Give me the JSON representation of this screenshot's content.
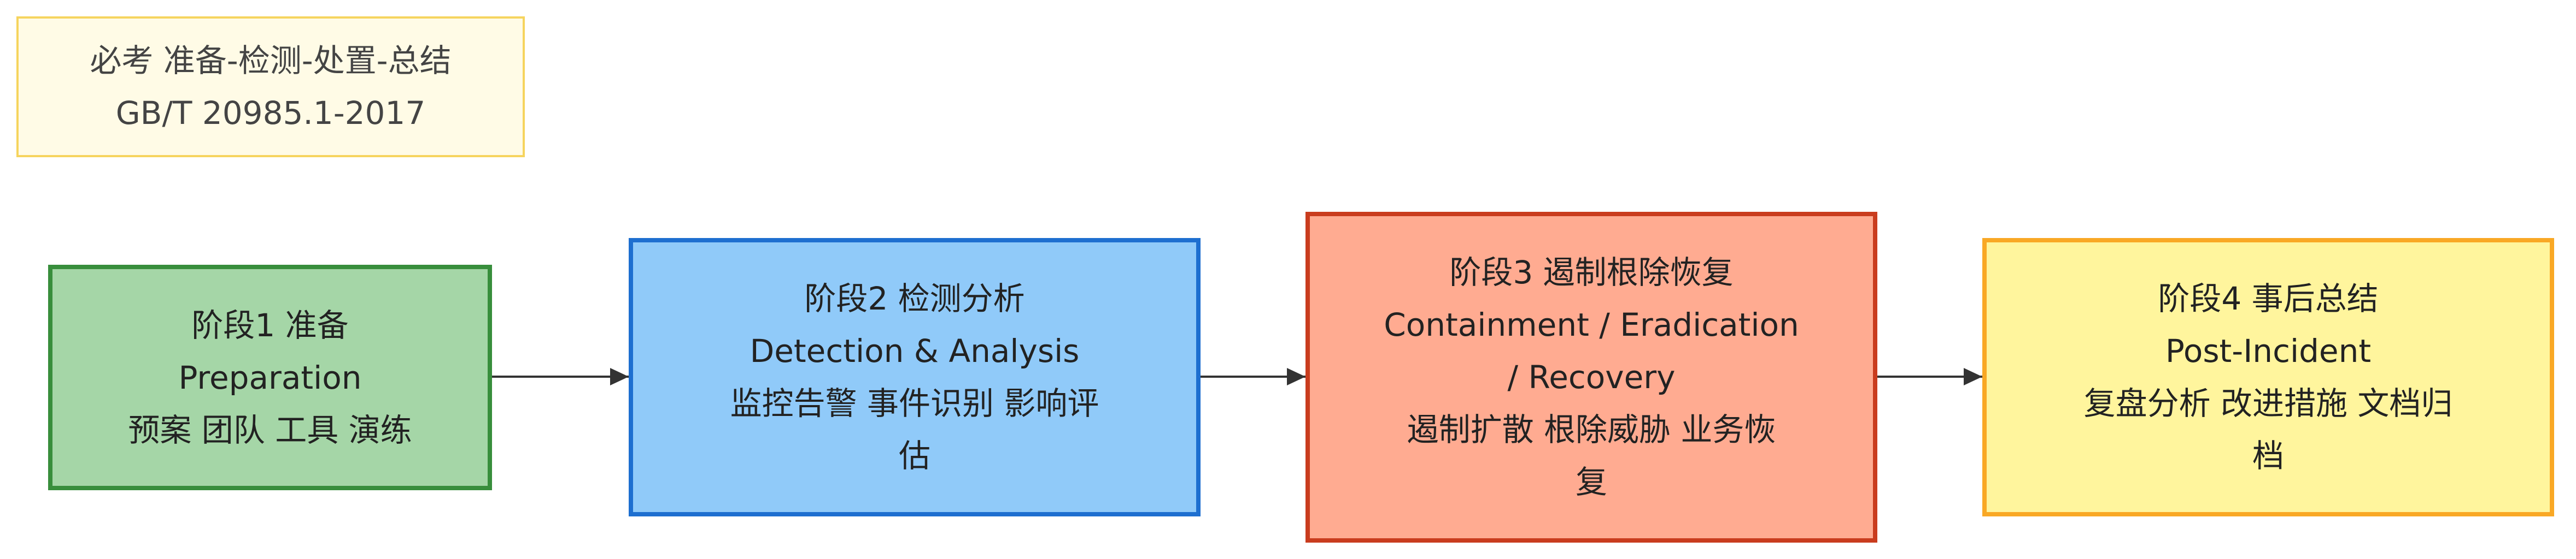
{
  "diagram": {
    "note": {
      "lines": [
        "必考 准备-检测-处置-总结",
        "GB/T 20985.1-2017"
      ]
    },
    "stages": [
      {
        "lines": [
          "阶段1 准备",
          "Preparation",
          "预案 团队 工具 演练"
        ],
        "fill": "#a5d6a7",
        "stroke": "#388e3c"
      },
      {
        "lines": [
          "阶段2 检测分析",
          "Detection & Analysis",
          "监控告警 事件识别 影响评",
          "估"
        ],
        "fill": "#90caf9",
        "stroke": "#1e6fd0"
      },
      {
        "lines": [
          "阶段3 遏制根除恢复",
          "Containment / Eradication",
          "/ Recovery",
          "遏制扩散 根除威胁 业务恢",
          "复"
        ],
        "fill": "#ffab91",
        "stroke": "#c93c1e"
      },
      {
        "lines": [
          "阶段4 事后总结",
          "Post-Incident",
          "复盘分析 改进措施 文档归",
          "档"
        ],
        "fill": "#fff59d",
        "stroke": "#f9a825"
      }
    ],
    "edges": [
      {
        "from": "stage-1",
        "to": "stage-2"
      },
      {
        "from": "stage-2",
        "to": "stage-3"
      },
      {
        "from": "stage-3",
        "to": "stage-4"
      }
    ],
    "edge_color": "#333333"
  }
}
